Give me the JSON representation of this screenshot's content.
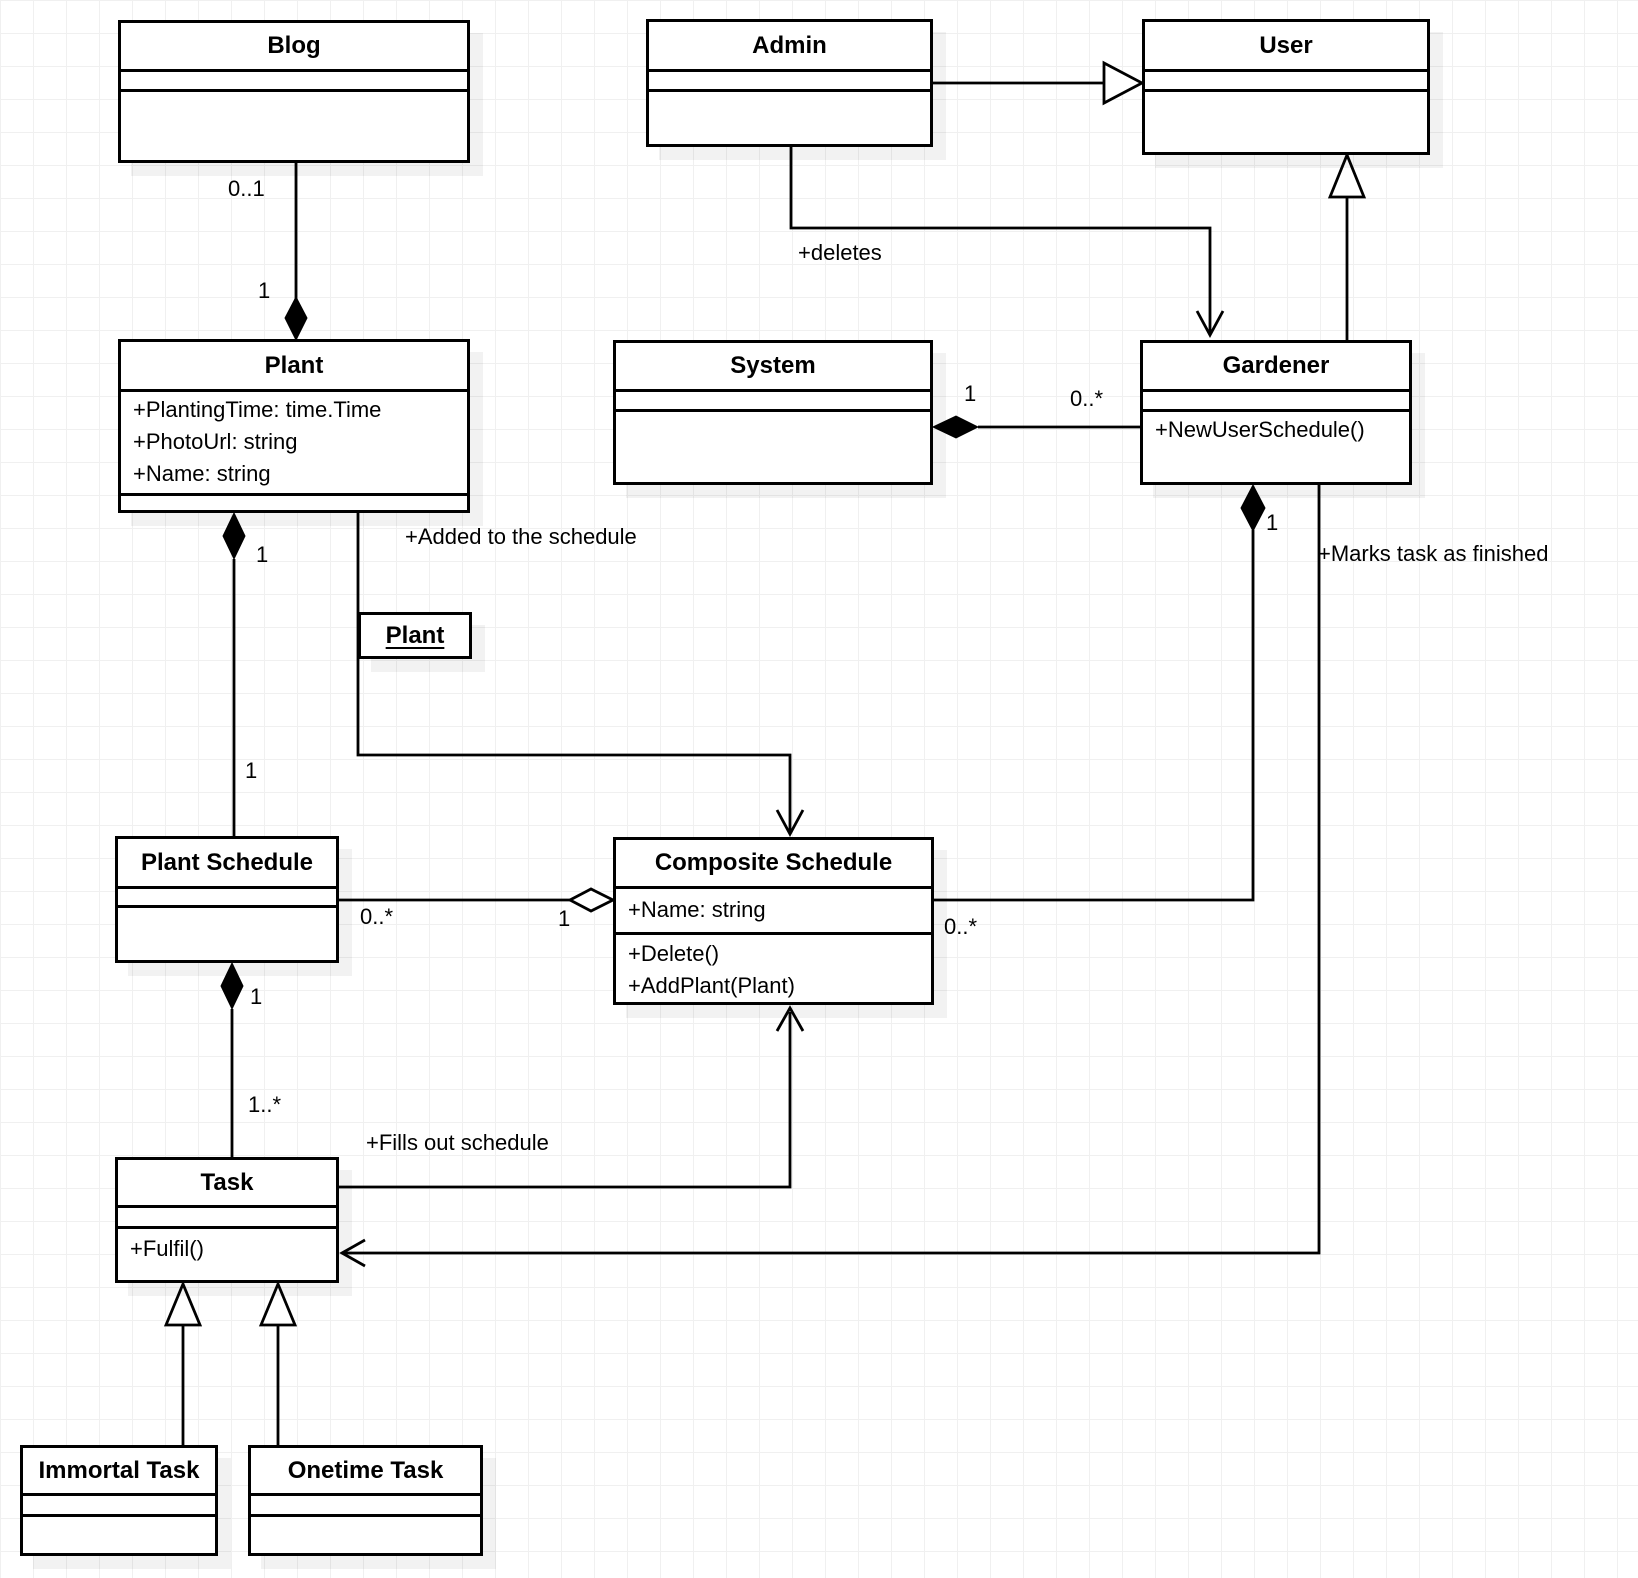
{
  "classes": {
    "blog": {
      "name": "Blog"
    },
    "admin": {
      "name": "Admin"
    },
    "user": {
      "name": "User"
    },
    "plant": {
      "name": "Plant",
      "attributes": [
        "+PlantingTime: time.Time",
        "+PhotoUrl: string",
        "+Name: string"
      ]
    },
    "system": {
      "name": "System"
    },
    "gardener": {
      "name": "Gardener",
      "methods": [
        "+NewUserSchedule()"
      ]
    },
    "plant_instance": {
      "name": "Plant"
    },
    "plant_schedule": {
      "name": "Plant Schedule"
    },
    "composite_schedule": {
      "name": "Composite Schedule",
      "attributes": [
        "+Name: string"
      ],
      "methods": [
        "+Delete()",
        "+AddPlant(Plant)"
      ]
    },
    "task": {
      "name": "Task",
      "methods": [
        "+Fulfil()"
      ]
    },
    "immortal_task": {
      "name": "Immortal Task"
    },
    "onetime_task": {
      "name": "Onetime Task"
    }
  },
  "labels": {
    "blog_mult": "0..1",
    "plant_mult": "1",
    "deletes": "+deletes",
    "system_mult": "1",
    "gardener_mult": "0..*",
    "plant_comp_mult": "1",
    "added_to_schedule": "+Added to the schedule",
    "plant_schedule_in_mult": "1",
    "plant_schedule_mult": "0..*",
    "composite_schedule_agg_mult": "1",
    "composite_gardener_mult": "0..*",
    "gardener_comp_mult": "1",
    "plant_schedule_task_mult": "1",
    "task_mult": "1..*",
    "fills_out_schedule": "+Fills out schedule",
    "marks_task_finished": "+Marks task as finished"
  },
  "colors": {
    "stroke": "#000000",
    "background": "#ffffff",
    "grid": "#f0f0f0"
  }
}
